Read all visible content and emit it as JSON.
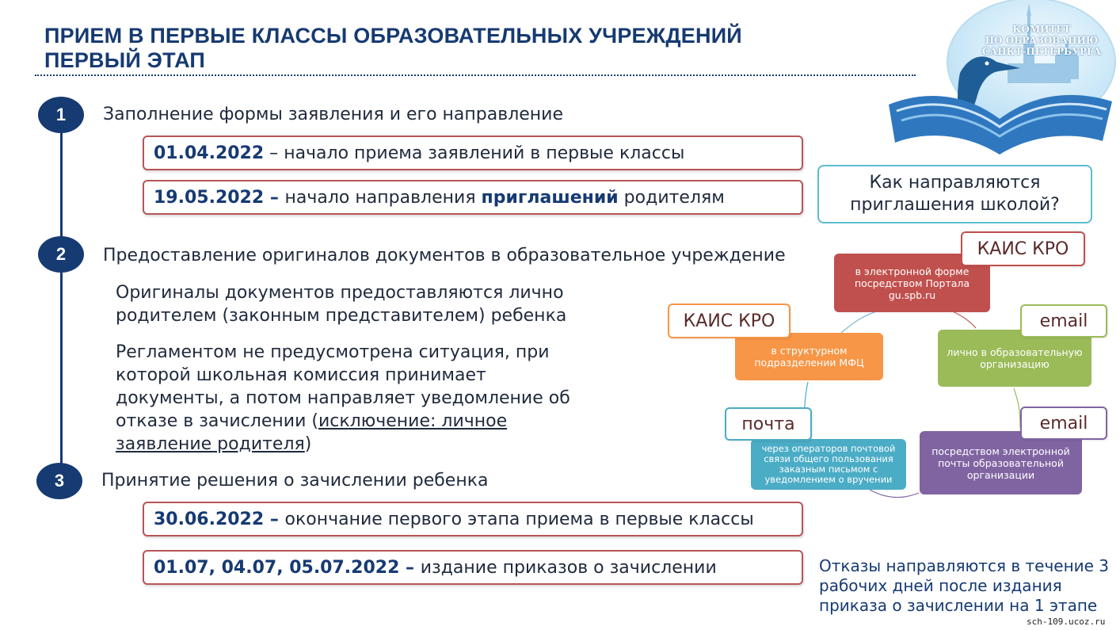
{
  "title": {
    "line1": "ПРИЕМ В ПЕРВЫЕ КЛАССЫ ОБРАЗОВАТЕЛЬНЫХ УЧРЕЖДЕНИЙ",
    "line2": "ПЕРВЫЙ ЭТАП"
  },
  "logo": {
    "line1": "КОМИТЕТ",
    "line2": "ПО ОБРАЗОВАНИЮ",
    "line3": "САНКТ-ПЕТЕРБУРГА",
    "colors": {
      "sky": "#dff1fb",
      "book": "#2f78c0",
      "bird": "#1f5d96"
    }
  },
  "steps": [
    {
      "number": "1",
      "text": "Заполнение формы заявления и его направление"
    },
    {
      "number": "2",
      "text": "Предоставление оригиналов документов в образовательное учреждение"
    },
    {
      "number": "3",
      "text": "Принятие решения о зачислении ребенка"
    }
  ],
  "dates": [
    {
      "date": "01.04.2022",
      "sep": " – ",
      "text": "начало приема заявлений в первые классы"
    },
    {
      "date": "19.05.2022",
      "sep": " – ",
      "text_before": "начало направления ",
      "strong": "приглашений",
      "text_after": " родителям"
    },
    {
      "date": "30.06.2022",
      "sep": " – ",
      "text": "окончание первого этапа приема в первые классы"
    },
    {
      "date": "01.07, 04.07, 05.07.2022",
      "sep": " – ",
      "text": "издание приказов о зачислении"
    }
  ],
  "paragraphs": {
    "p1": "Оригиналы документов предоставляются лично родителем (законным представителем) ребенка",
    "p2_before": "Регламентом не предусмотрена ситуация, при которой школьная комиссия принимает документы, а потом направляет уведомление об отказе в зачислении (",
    "p2_link": "исключение: личное заявление родителя",
    "p2_after": ")"
  },
  "question": {
    "line1": "Как направляются",
    "line2": "приглашения школой?"
  },
  "cycle": {
    "nodes": [
      {
        "text": "в электронной форме посредством Портала gu.spb.ru",
        "tag": "КАИС КРО",
        "color": "#c0504d",
        "tag_color": "#c0504d"
      },
      {
        "text": "лично в образовательную организацию",
        "tag": "email",
        "color": "#9bbb59",
        "tag_color": "#9bbb59"
      },
      {
        "text": "посредством электронной почты образовательной организации",
        "tag": "email",
        "color": "#8064a2",
        "tag_color": "#8064a2"
      },
      {
        "text": "через операторов почтовой связи общего пользования заказным письмом с уведомлением о вручении",
        "tag": "почта",
        "color": "#4bacc6",
        "tag_color": "#4bacc6"
      },
      {
        "text": "в структурном подразделении МФЦ",
        "tag": "КАИС КРО",
        "color": "#f79646",
        "tag_color": "#f79646"
      }
    ]
  },
  "note": "Отказы направляются в течение 3 рабочих дней после издания приказа о зачислении на 1 этапе",
  "watermark": "sch-109.ucoz.ru",
  "colors": {
    "navy": "#163a72",
    "box_border": "#b85558",
    "question_border": "#5bbcd0"
  }
}
